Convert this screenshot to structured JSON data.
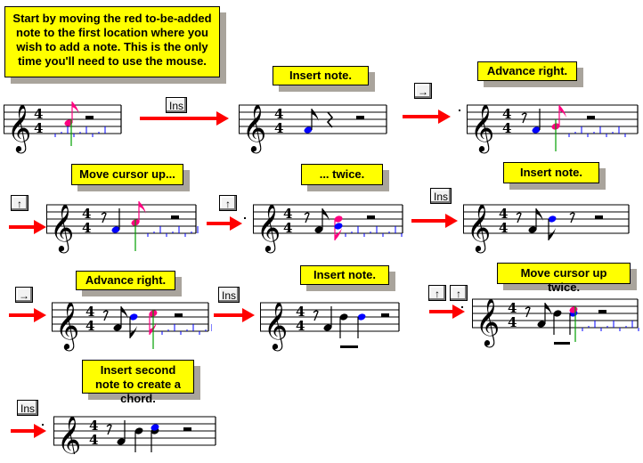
{
  "captions": {
    "c1": "Start by moving the red to-be-added note to the first location where you wish to add a note.  This is the only time you'll need to use the mouse.",
    "c2": "Insert note.",
    "c3": "Advance right.",
    "c4": "Move cursor up...",
    "c5": "... twice.",
    "c6": "Insert note.",
    "c7": "Advance right.",
    "c8": "Insert note.",
    "c9": "Move cursor up twice.",
    "c10": "Insert second note to create a chord."
  },
  "keys": {
    "ins": "Ins",
    "right": "→",
    "up": "↑"
  },
  "time_signature": {
    "top": "4",
    "bottom": "4"
  },
  "colors": {
    "callout": "#ffff00",
    "shadow": "#a9a49c",
    "arrow": "#ff0000",
    "red_note": "#ff0080",
    "blue_note": "#0000ff",
    "cursor": "#00a000",
    "guide": "#0000ff"
  }
}
